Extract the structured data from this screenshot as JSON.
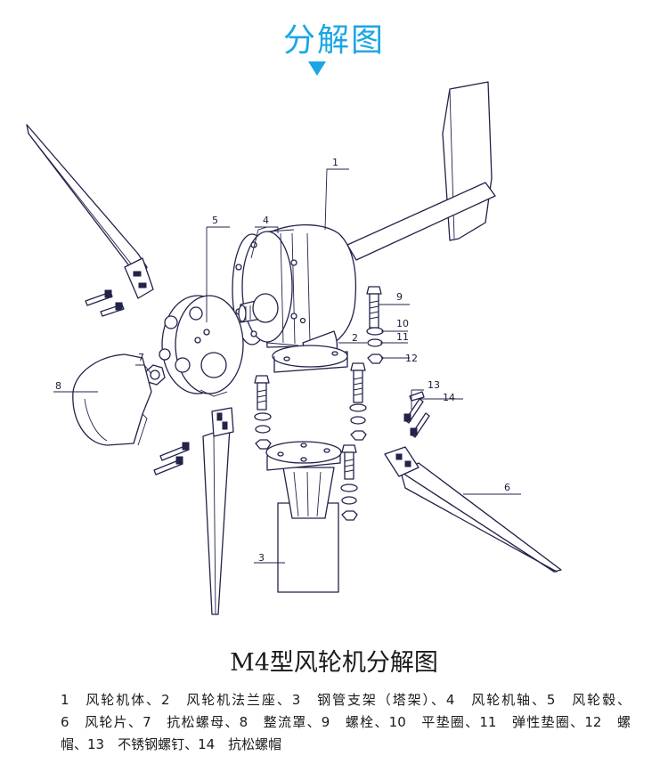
{
  "header": {
    "title": "分解图",
    "accent_color": "#1aa6e6"
  },
  "diagram": {
    "title": "M4型风轮机分解图",
    "callouts": {
      "n1": "1",
      "n2": "2",
      "n3": "3",
      "n4": "4",
      "n5": "5",
      "n6": "6",
      "n7": "7",
      "n8": "8",
      "n9": "9",
      "n10": "10",
      "n11": "11",
      "n12": "12",
      "n13": "13",
      "n14": "14"
    },
    "parts": [
      "风轮机体",
      "风轮机法兰座",
      "钢管支架（塔架）",
      "风轮机轴",
      "风轮毂",
      "风轮片",
      "抗松螺母",
      "整流罩",
      "螺栓",
      "平垫圈",
      "弹性垫圈",
      "螺帽",
      "不锈钢螺钉",
      "抗松螺帽"
    ]
  },
  "legend": {
    "line1": "1　风轮机体、2　风轮机法兰座、3　钢管支架（塔架）、4　风轮机轴、5　风轮毂、",
    "line2": "6　风轮片、7　抗松螺母、8　整流罩、9　螺栓、10　平垫圈、11　弹性垫圈、12　螺",
    "line3": "帽、13　不锈钢螺钉、14　抗松螺帽"
  }
}
